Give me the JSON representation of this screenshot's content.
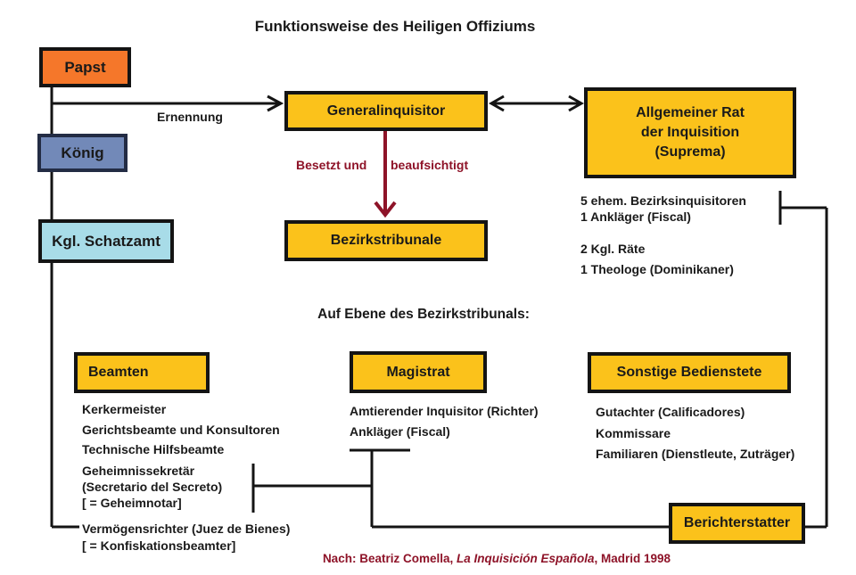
{
  "title": "Funktionsweise des Heiligen Offiziums",
  "colors": {
    "node_yellow": "#fbc21b",
    "node_orange": "#f5772a",
    "node_blue": "#7289b8",
    "node_lightblue": "#a8dce8",
    "accent_dark_red": "#8e1328",
    "line_black": "#141414"
  },
  "nodes": {
    "papst": "Papst",
    "koenig": "König",
    "schatzamt": "Kgl. Schatzamt",
    "generalinquisitor": "Generalinquisitor",
    "suprema_lines": [
      "Allgemeiner Rat",
      "der Inquisition",
      "(Suprema)"
    ],
    "bezirkstribunale": "Bezirkstribunale",
    "beamten": "Beamten",
    "magistrat": "Magistrat",
    "sonstige": "Sonstige Bedienstete",
    "berichterstatter": "Berichterstatter"
  },
  "edge_labels": {
    "ernennung": "Ernennung",
    "besetzt_left": "Besetzt und",
    "besetzt_right": "beaufsichtigt"
  },
  "suprema_members": [
    "5 ehem. Bezirksinquisitoren",
    "1 Ankläger (Fiscal)",
    "2 Kgl. Räte",
    "1 Theologe (Dominikaner)"
  ],
  "section_heading": "Auf Ebene des Bezirkstribunals:",
  "beamten_items": [
    "Kerkermeister",
    "Gerichtsbeamte und Konsultoren",
    "Technische Hilfsbeamte",
    "Geheimnissekretär",
    "(Secretario del Secreto)",
    "[ = Geheimnotar]",
    "Vermögensrichter (Juez de Bienes)",
    "[ = Konfiskationsbeamter]"
  ],
  "magistrat_items": [
    "Amtierender Inquisitor (Richter)",
    "Ankläger (Fiscal)"
  ],
  "sonstige_items": [
    "Gutachter (Calificadores)",
    "Kommissare",
    "Familiaren (Dienstleute, Zuträger)"
  ],
  "caption": {
    "prefix": "Nach: Beatriz Comella, ",
    "italic": "La Inquisición Española",
    "suffix": ", Madrid 1998"
  }
}
